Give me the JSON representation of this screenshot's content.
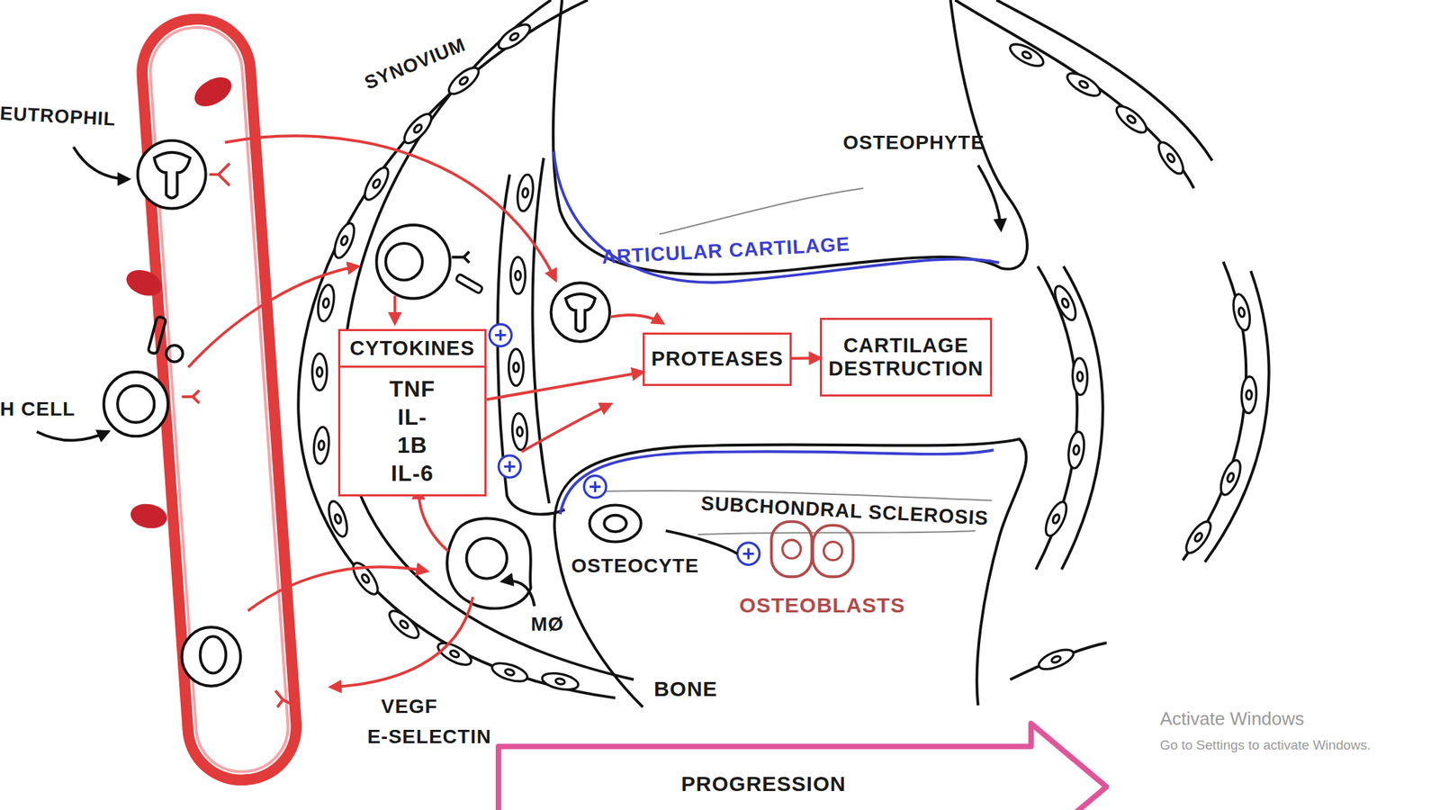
{
  "diagram": {
    "nodes": [
      {
        "text": [
          "CYTOKINES",
          "TNF IL-1B IL-6"
        ]
      },
      {
        "text": [
          "PROTEASES"
        ]
      },
      {
        "text": [
          "CARTILAGE DESTRUCTION"
        ]
      },
      {
        "text": [
          "PROGRESSION"
        ]
      }
    ],
    "edges": [
      {
        "from": 0,
        "to": 1,
        "arrow": "to"
      },
      {
        "from": 1,
        "to": 2,
        "arrow": "to"
      }
    ],
    "labels": [
      "EUTROPHIL",
      "SYNOVIUM",
      "OSTEOPHYTE",
      "ARTICULAR CARTILAGE",
      "H CELL",
      "SUBCHONDRAL SCLEROSIS",
      "OSTEOCYTE",
      "OSTEOBLASTS",
      "MØ",
      "BONE",
      "VEGF",
      "E-SELECTIN",
      "Activate Windows",
      "Go to Settings to activate Windows."
    ]
  }
}
